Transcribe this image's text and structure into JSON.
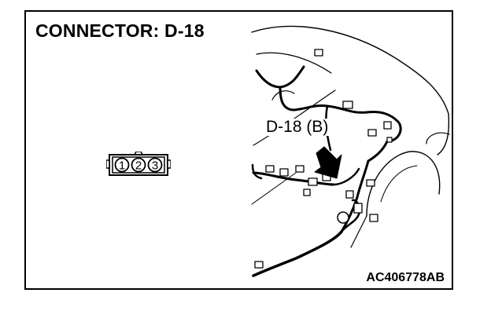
{
  "title": "CONNECTOR: D-18",
  "figure_id": "AC406778AB",
  "callout_label": "D-18 (B)",
  "connector": {
    "pins": [
      "1",
      "2",
      "3"
    ],
    "icon": "3-pin-connector-icon"
  },
  "drawing": {
    "subject": "vehicle-rear-quarter-wiring-harness",
    "arrow_icon": "location-arrow-icon"
  }
}
